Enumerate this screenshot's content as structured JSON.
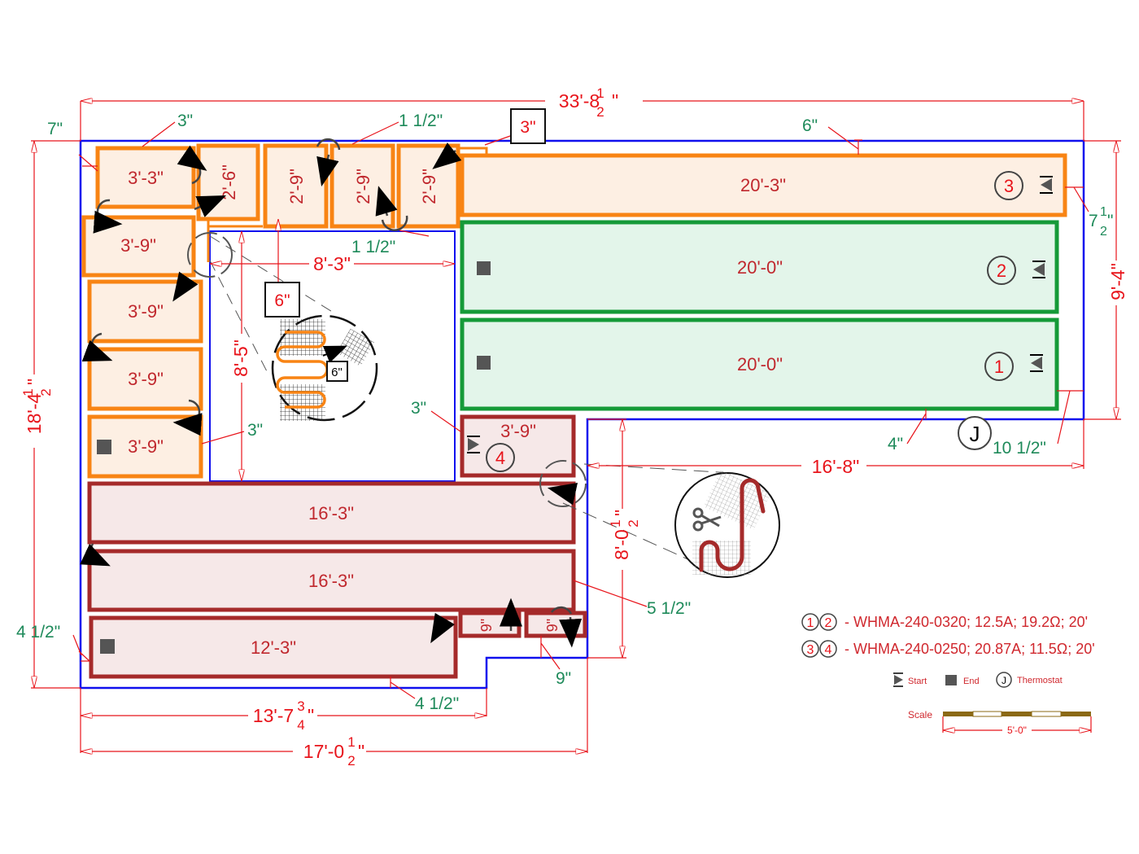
{
  "overall_dims": {
    "total_width": "33'-8",
    "total_width_frac_num": "1",
    "total_width_frac_den": "2",
    "total_height": "18'-4",
    "total_height_frac_num": "1",
    "total_height_frac_den": "2",
    "right_height": "9'-4\"",
    "right_section_width": "16'-8\"",
    "lower_height": "8'-0",
    "lower_height_frac_num": "1",
    "lower_height_frac_den": "2",
    "bottom_width_a": "13'-7",
    "bottom_width_a_frac_num": "3",
    "bottom_width_a_frac_den": "4",
    "bottom_width_b": "17'-0",
    "bottom_width_b_frac_num": "1",
    "bottom_width_b_frac_den": "2",
    "inner_width": "8'-3\"",
    "inner_height": "8'-5\""
  },
  "clearances": {
    "left_top": "7\"",
    "top_a": "3\"",
    "top_b": "1 1/2\"",
    "top_right": "6\"",
    "right_a": "7",
    "right_a_frac_num": "1",
    "right_a_frac_den": "2",
    "inner_top": "1 1/2\"",
    "inner_left": "3\"",
    "inner_right": "3\"",
    "bottom_green": "4\"",
    "right_bottom": "10 1/2\"",
    "lower_right": "5 1/2\"",
    "left_bottom": "4 1/2\"",
    "bottom": "4 1/2\"",
    "small_bottom": "9\""
  },
  "boxed_labels": {
    "top_gap": "3\"",
    "inner_gap": "6\"",
    "detail_gap": "6\""
  },
  "mats": {
    "orange": [
      {
        "label": "3'-3\""
      },
      {
        "label": "2'-6\""
      },
      {
        "label": "2'-9\""
      },
      {
        "label": "2'-9\""
      },
      {
        "label": "2'-9\""
      },
      {
        "label": "20'-3\""
      },
      {
        "label": "3'-9\""
      },
      {
        "label": "3'-9\""
      },
      {
        "label": "3'-9\""
      },
      {
        "label": "3'-9\""
      }
    ],
    "green": [
      {
        "label": "20'-0\""
      },
      {
        "label": "20'-0\""
      }
    ],
    "red": [
      {
        "label": "3'-9\""
      },
      {
        "label": "16'-3\""
      },
      {
        "label": "16'-3\""
      },
      {
        "label": "12'-3\""
      },
      {
        "label": "9\""
      },
      {
        "label": "9\""
      }
    ]
  },
  "circuits": {
    "c1": "1",
    "c2": "2",
    "c3": "3",
    "c4": "4"
  },
  "thermostat_symbol": "J",
  "legend": {
    "row1_a": "1",
    "row1_b": "2",
    "row1_text": "- WHMA-240-0320; 12.5A; 19.2Ω; 20'",
    "row2_a": "3",
    "row2_b": "4",
    "row2_text": "- WHMA-240-0250; 20.87A; 11.5Ω; 20'",
    "start_label": "Start",
    "end_label": "End",
    "thermostat_label": "Thermostat",
    "thermostat_symbol": "J",
    "scale_label": "Scale",
    "scale_length": "5'-0\""
  },
  "colors": {
    "wall": "#1010ee",
    "dimension": "#e8141b",
    "clearance": "#1e8a5a",
    "circuit_orange": "#f88414",
    "circuit_green": "#159a38",
    "circuit_red": "#a52a2a"
  }
}
